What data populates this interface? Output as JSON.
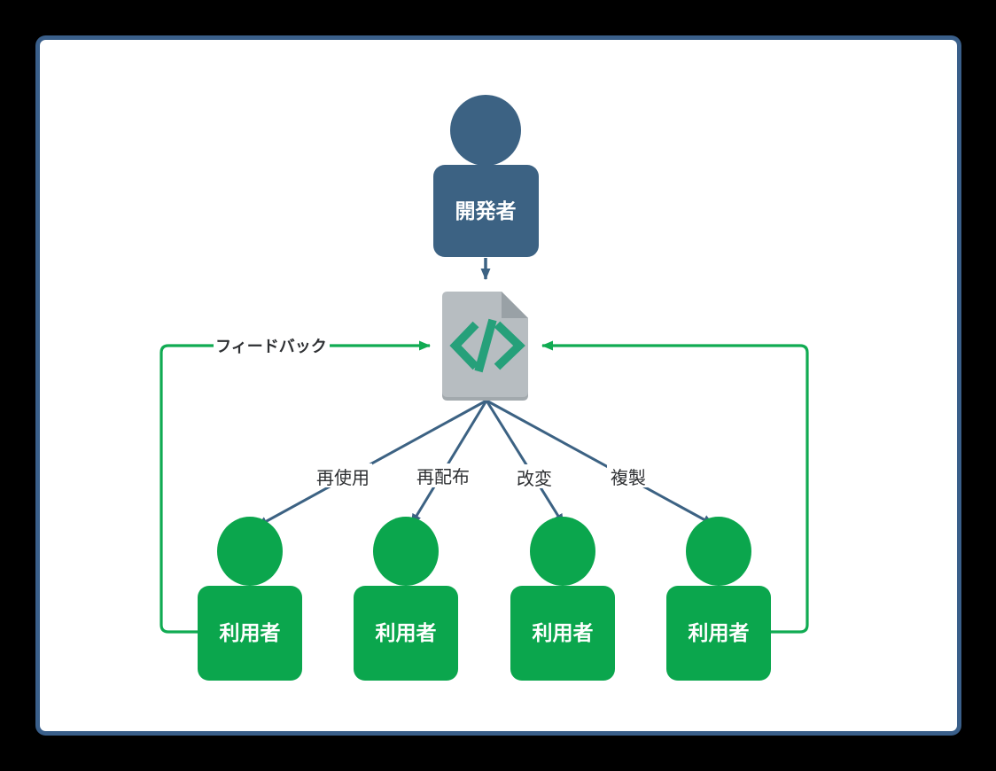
{
  "developer": {
    "label": "開発者"
  },
  "users": [
    {
      "label": "利用者"
    },
    {
      "label": "利用者"
    },
    {
      "label": "利用者"
    },
    {
      "label": "利用者"
    }
  ],
  "edges": {
    "feedback_label": "フィードバック",
    "reuse_label": "再使用",
    "redistribute_label": "再配布",
    "modify_label": "改変",
    "copy_label": "複製"
  },
  "colors": {
    "page_bg": "#000000",
    "canvas_bg": "#ffffff",
    "canvas_border": "#3a5f8a",
    "developer_fill": "#3c6283",
    "user_fill": "#0ba64d",
    "edge_slate": "#3c6283",
    "edge_green": "#10ab52",
    "doc_fill": "#b7bdc1",
    "doc_shadow": "#a2a9ad",
    "doc_fold": "#99a1a6",
    "code_glyph": "#26a07a",
    "label_dark": "#2e3033",
    "figure_label": "#ffffff"
  }
}
